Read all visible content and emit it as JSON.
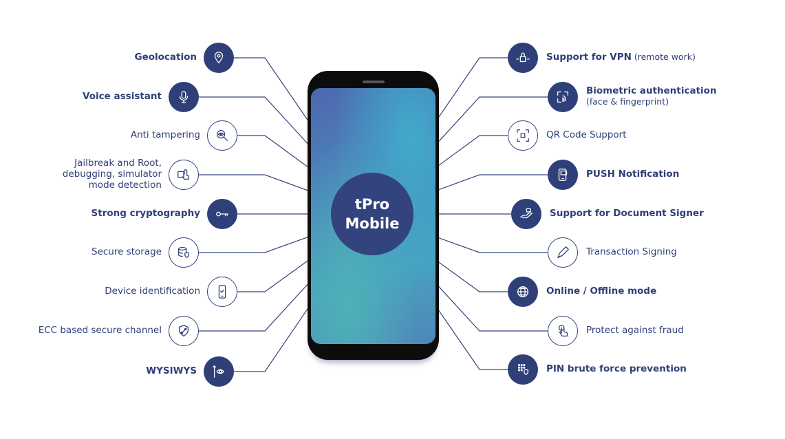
{
  "hub": {
    "line1": "tPro",
    "line2": "Mobile"
  },
  "colors": {
    "navy": "#2f4079",
    "line": "#33437d"
  },
  "left": [
    {
      "label": "Geolocation",
      "icon": "location-pin-icon",
      "filled": true
    },
    {
      "label": "Voice assistant",
      "icon": "microphone-icon",
      "filled": true
    },
    {
      "label": "Anti tampering",
      "icon": "eye-magnifier-icon",
      "filled": false
    },
    {
      "label": "Jailbreak and Root,\ndebugging, simulator\nmode detection",
      "icon": "touch-device-icon",
      "filled": false
    },
    {
      "label": "Strong cryptography",
      "icon": "key-icon",
      "filled": true
    },
    {
      "label": "Secure storage",
      "icon": "database-shield-icon",
      "filled": false
    },
    {
      "label": "Device identification",
      "icon": "phone-check-icon",
      "filled": false
    },
    {
      "label": "ECC based secure channel",
      "icon": "shield-network-icon",
      "filled": false
    },
    {
      "label": "WYSIWYS",
      "icon": "pen-eye-icon",
      "filled": true
    }
  ],
  "right": [
    {
      "label": "Support for VPN",
      "sub": "(remote work)",
      "icon": "lock-arrows-icon",
      "filled": true
    },
    {
      "label": "Biometric authentication",
      "sub2": "(face & fingerprint)",
      "icon": "fingerprint-face-icon",
      "filled": true
    },
    {
      "label": "QR Code Support",
      "icon": "qr-code-icon",
      "filled": false
    },
    {
      "label": "PUSH Notification",
      "icon": "phone-message-icon",
      "filled": true
    },
    {
      "label": "Support for Document Signer",
      "icon": "hand-document-icon",
      "filled": true
    },
    {
      "label": "Transaction Signing",
      "icon": "pen-icon",
      "filled": false
    },
    {
      "label": "Online / Offline mode",
      "icon": "globe-icon",
      "filled": true
    },
    {
      "label": "Protect against fraud",
      "icon": "hand-touch-icon",
      "filled": false
    },
    {
      "label": "PIN brute force prevention",
      "icon": "keypad-shield-icon",
      "filled": true
    }
  ]
}
